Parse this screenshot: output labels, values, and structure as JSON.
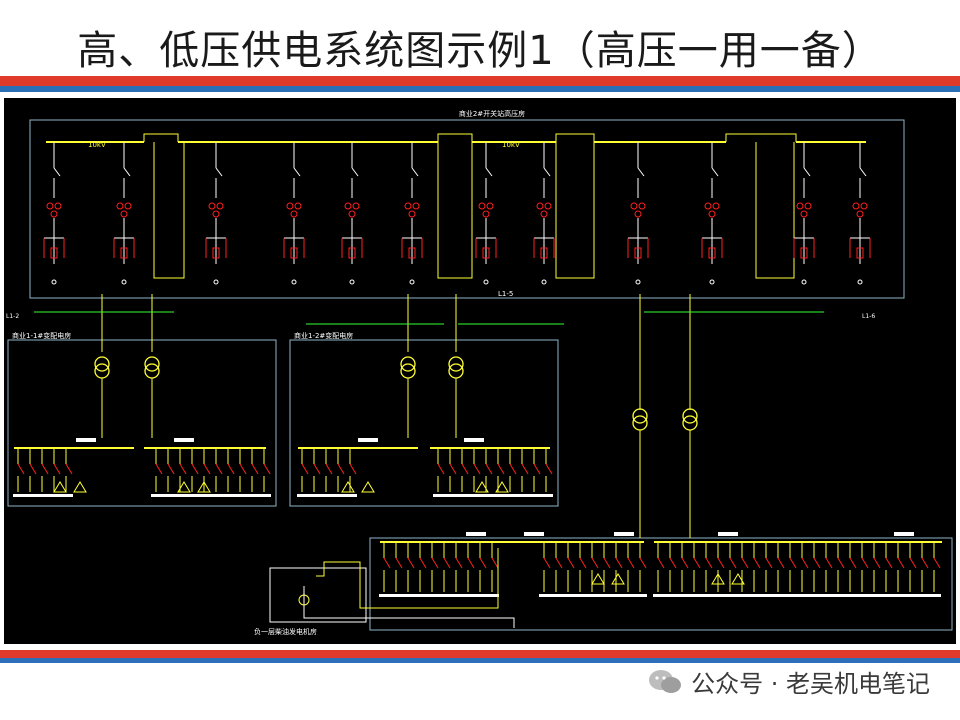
{
  "slide": {
    "title": "高、低压供电系统图示例1（高压一用一备）",
    "watermark": "公众号 · 老吴机电笔记"
  },
  "colors": {
    "background": "#ffffff",
    "diagram_bg": "#000000",
    "stripe_red": "#e03a2b",
    "stripe_blue": "#2a6fb8",
    "busbar": "#ffff33",
    "device_red": "#ff2020",
    "wire_green": "#33ff33",
    "frame": "#8fb3c9"
  },
  "diagram": {
    "hv_room_label": "商业2#开关站高压房",
    "lv_room1_label": "商业1-1#变配电房",
    "lv_room2_label": "商业1-2#变配电房",
    "genset_label": "负一层柴油发电机房",
    "hv_voltage_left": "10kV",
    "hv_voltage_right": "10kV",
    "feeder_left": "L1-2",
    "feeder_mid": "L1-5",
    "feeder_right": "L1-6"
  }
}
